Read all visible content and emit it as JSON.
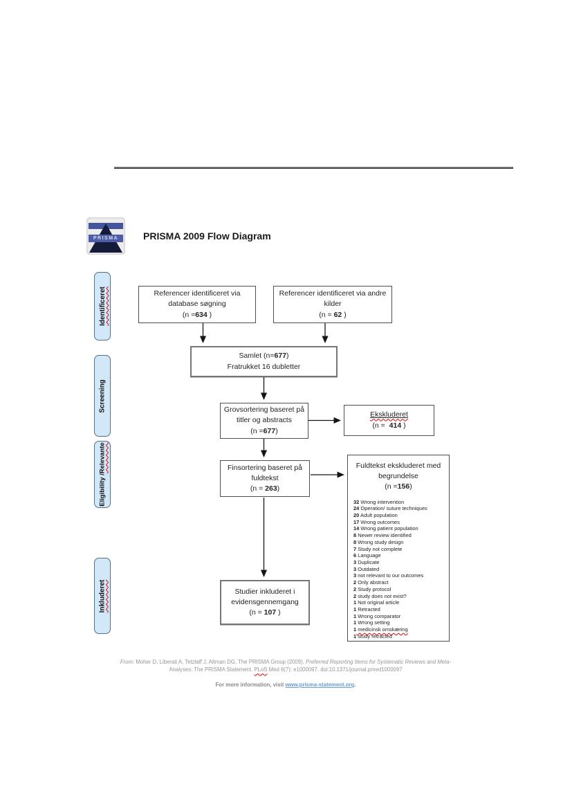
{
  "page": {
    "title": "PRISMA 2009 Flow Diagram",
    "logo_text": "PRISMA"
  },
  "sidebar": {
    "identificeret": {
      "label": "Identificeret"
    },
    "screening": {
      "label": "Screening"
    },
    "eligibility": {
      "label_prefix": "Eligibility /",
      "label_squiggle": "Relevante"
    },
    "inkluderet": {
      "label": "Inkluderet"
    }
  },
  "boxes": {
    "database": {
      "line1": "Referencer identificeret via",
      "line2": "database søgning",
      "n_prefix": "(n =",
      "n_value": "634",
      "n_suffix": " )"
    },
    "other_sources": {
      "line1": "Referencer identificeret via andre",
      "line2": "kilder",
      "n_prefix": "(n = ",
      "n_value": "62",
      "n_suffix": " )"
    },
    "combined": {
      "line1_prefix": "Samlet (n=",
      "n_value": "677",
      "line1_suffix": ")",
      "line2": "Fratrukket 16 dubletter"
    },
    "screened": {
      "line1": "Grovsortering baseret på",
      "line2": "titler og abstracts",
      "n_prefix": "(n =",
      "n_value": "677",
      "n_suffix": ")"
    },
    "excluded": {
      "title": "Ekskluderet",
      "n_prefix": "(n = ",
      "n_value": "414",
      "n_suffix": " )"
    },
    "fulltext": {
      "line1": "Finsortering baseret på",
      "line2": "fuldtekst",
      "n_prefix": "(n = ",
      "n_value": "263",
      "n_suffix": ")"
    },
    "fulltext_excluded": {
      "line1": "Fuldtekst ekskluderet med",
      "line2": "begrundelse",
      "n_prefix": "(n =",
      "n_value": "156",
      "n_suffix": ")",
      "reasons": [
        {
          "count": "32",
          "label": "Wrong intervention"
        },
        {
          "count": "24",
          "label": "Operation/ suture techniques"
        },
        {
          "count": "20",
          "label": "Adult population"
        },
        {
          "count": "17",
          "label": "Wrong outcomes"
        },
        {
          "count": "14",
          "label": "Wrong patient population"
        },
        {
          "count": "8",
          "label": "Newer review identified"
        },
        {
          "count": "8",
          "label": "Wrong study design"
        },
        {
          "count": "7",
          "label": "Study not complete"
        },
        {
          "count": "6",
          "label": "Language"
        },
        {
          "count": "3",
          "label": "Duplicate"
        },
        {
          "count": "3",
          "label": "Outdated"
        },
        {
          "count": "3",
          "label": "not relevant to our outcomes"
        },
        {
          "count": "2",
          "label": "Only abstract"
        },
        {
          "count": "2",
          "label": "Study protocol"
        },
        {
          "count": "2",
          "label": "study does not exist?"
        },
        {
          "count": "1",
          "label": "Not original article"
        },
        {
          "count": "1",
          "label": "Retracted"
        },
        {
          "count": "1",
          "label": "Wrong comparator"
        },
        {
          "count": "1",
          "label": "Wrong setting"
        },
        {
          "count": "1",
          "label": "medicinsk omskæring",
          "squiggle": true
        },
        {
          "count": "1",
          "label": "study retracted"
        }
      ]
    },
    "included": {
      "line1": "Studier inkluderet i",
      "line2": "evidensgennemgang",
      "n_prefix": "(n = ",
      "n_value": "107",
      "n_suffix": " )"
    }
  },
  "footer": {
    "from_label": "From: ",
    "authors": " Moher D, Liberati A, Tetzlaff J, Altman DG, The PRISMA Group (2009). ",
    "title_italic": "Preferred Reporting Items for Systematic Reviews and Meta-",
    "line2_pre": "Analyses: The PRISMA Statement. ",
    "journal": "PLoS",
    "line2_post": " Med 6(7): e1000097. doi:10.1371/journal.pmed1000097",
    "info_text": "For more information, visit ",
    "info_link": "www.prisma-statement.org",
    "info_suffix": "."
  },
  "colors": {
    "stage_fill": "#d2e7f8",
    "stage_border": "#4e6f88",
    "box_border": "#4d4d4d",
    "squiggle_red": "#e00000",
    "link_blue": "#6a9bd1",
    "footer_gray": "#959595"
  }
}
